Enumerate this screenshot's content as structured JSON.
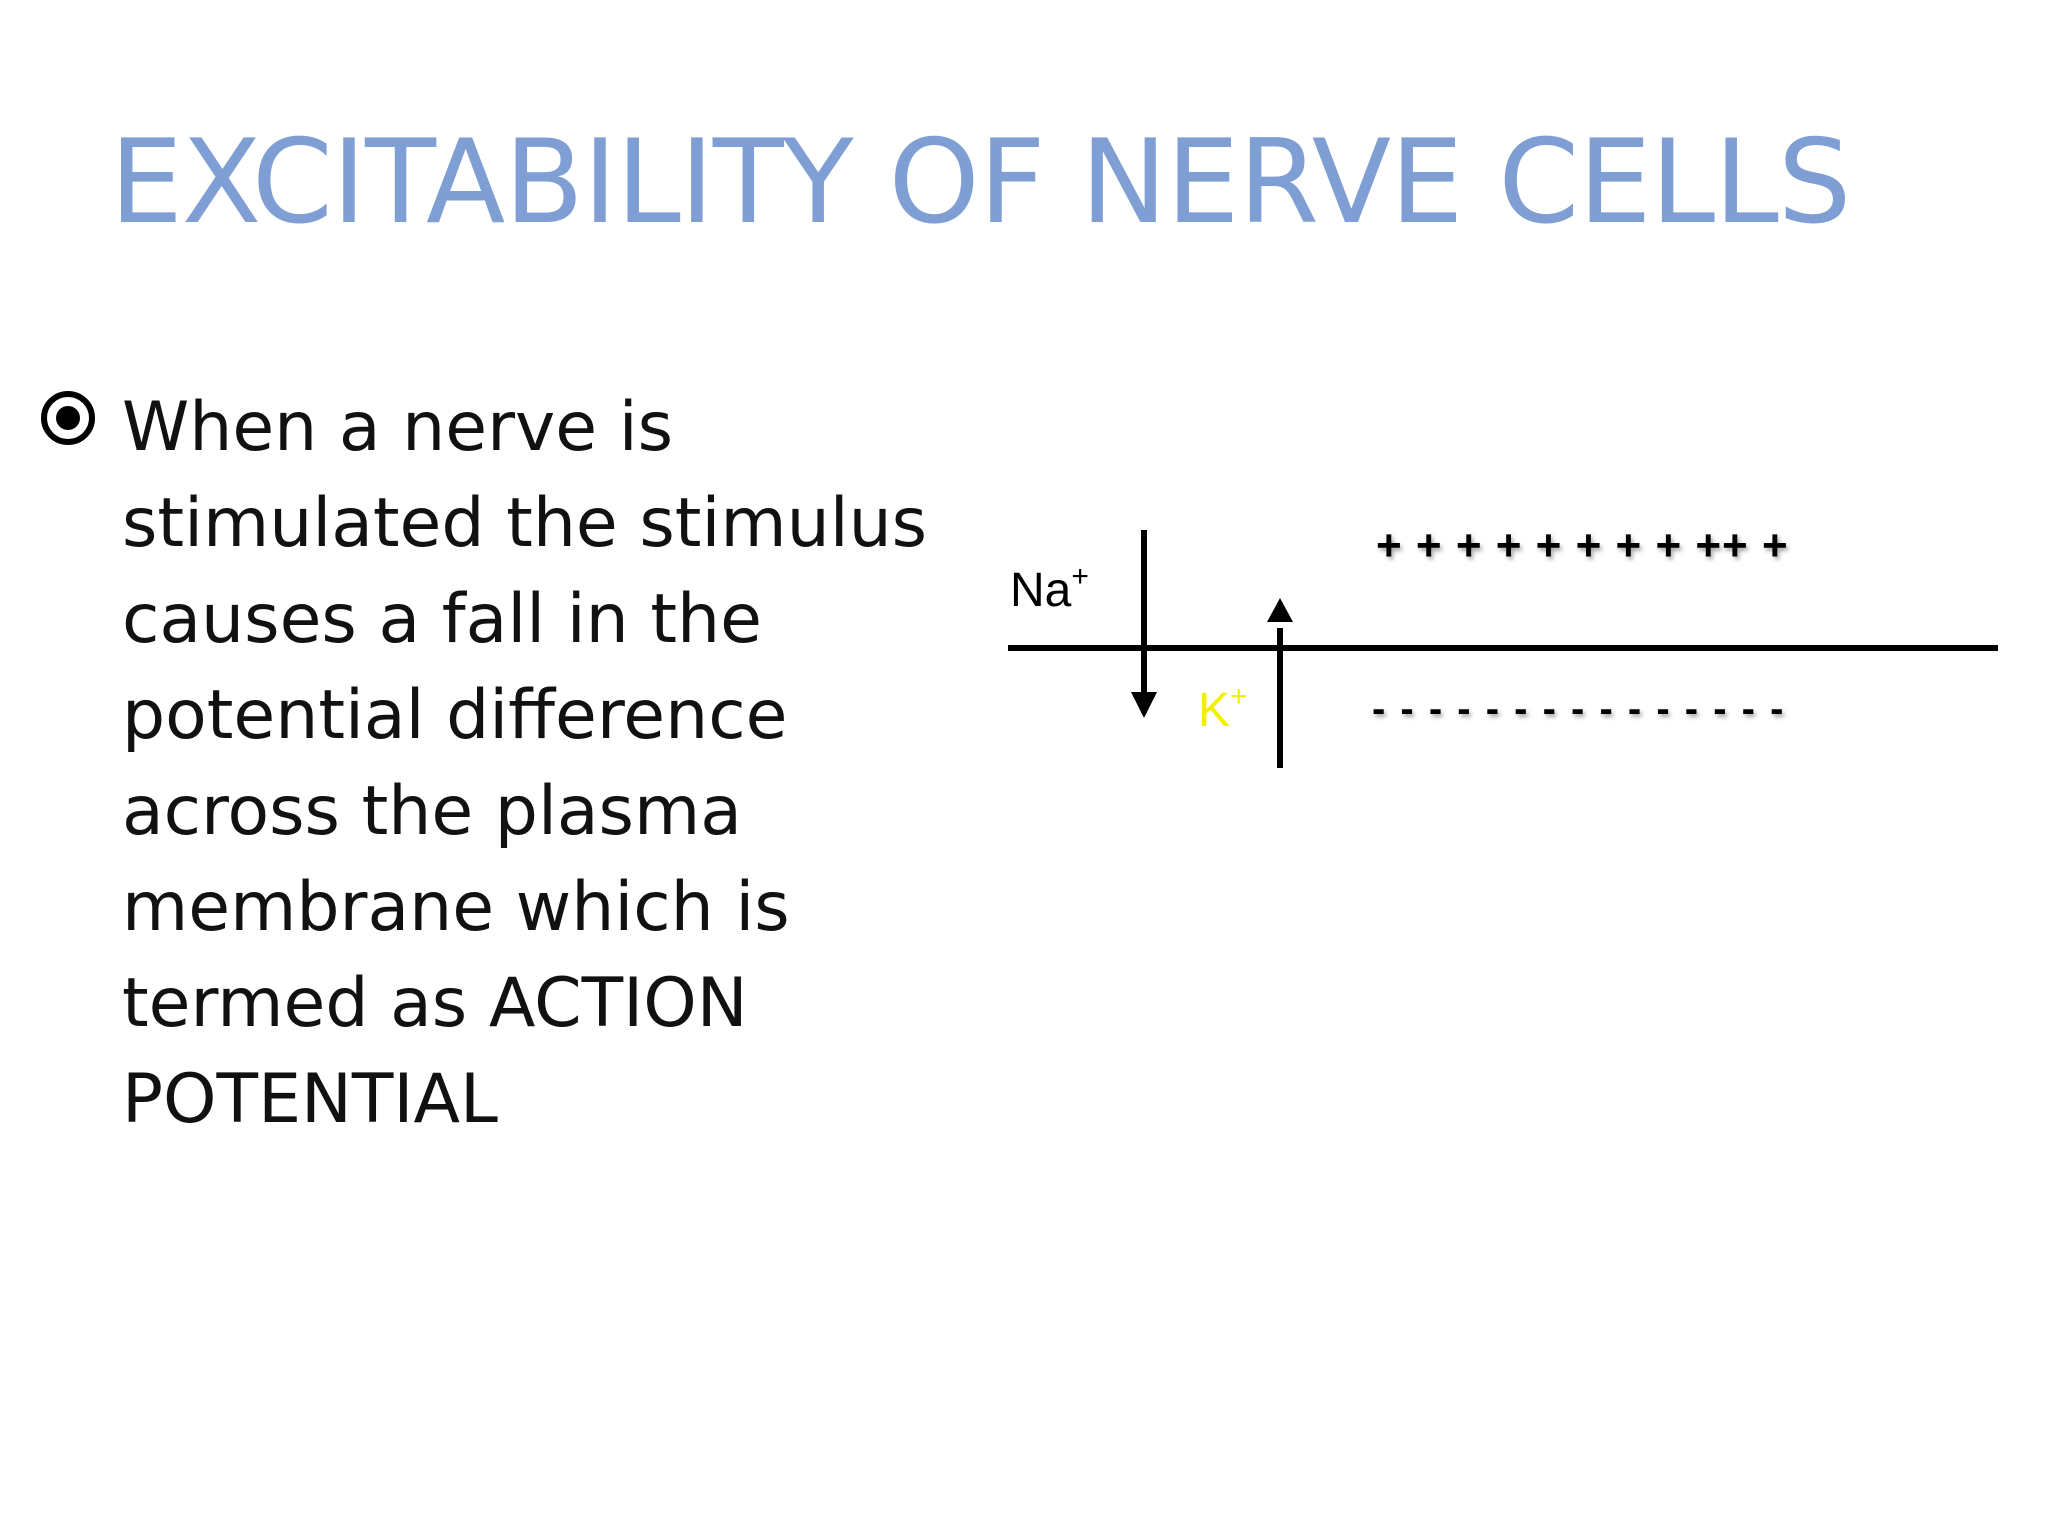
{
  "slide": {
    "title": "EXCITABILITY OF NERVE CELLS",
    "bullet": {
      "icon": "radio-bullet-icon",
      "lines": [
        "When a nerve is",
        "stimulated the stimulus",
        "causes a fall in the",
        "potential difference",
        "across the plasma",
        "membrane which is",
        "termed as ACTION",
        "POTENTIAL"
      ]
    }
  },
  "diagram": {
    "na_label": "Na",
    "na_superscript": "+",
    "k_label": "K",
    "k_superscript": "+",
    "positive_charges": "+ + + + + + + + ++ +",
    "negative_charges": "- - - - - - - - - - - - - - -",
    "colors": {
      "title": "#7f9fd4",
      "k_label": "#f2ef00",
      "lines": "#000000"
    }
  }
}
